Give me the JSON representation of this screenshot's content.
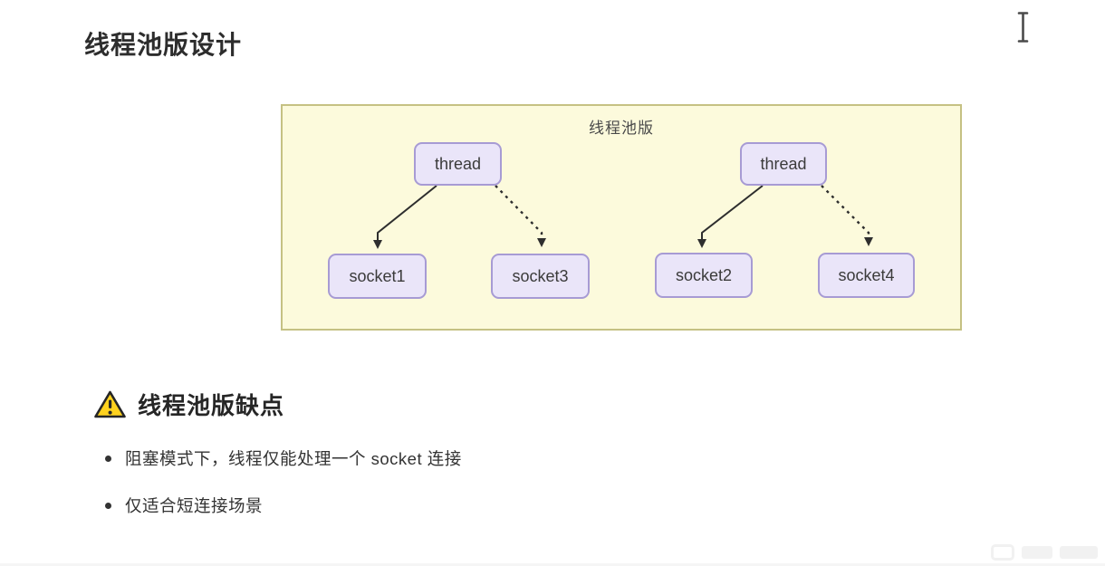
{
  "page": {
    "title": "线程池版设计"
  },
  "diagram": {
    "title": "线程池版",
    "nodes": {
      "thread_left": "thread",
      "thread_right": "thread",
      "socket1": "socket1",
      "socket2": "socket2",
      "socket3": "socket3",
      "socket4": "socket4"
    },
    "edges": [
      {
        "from": "thread_left",
        "to": "socket1",
        "style": "solid"
      },
      {
        "from": "thread_left",
        "to": "socket3",
        "style": "dashed"
      },
      {
        "from": "thread_right",
        "to": "socket2",
        "style": "solid"
      },
      {
        "from": "thread_right",
        "to": "socket4",
        "style": "dashed"
      }
    ],
    "colors": {
      "panel_bg": "#FCFADC",
      "panel_border": "#C5C183",
      "node_bg": "#EAE5F9",
      "node_border": "#A79BD4",
      "edge": "#2E2E2E"
    }
  },
  "warning": {
    "title": "线程池版缺点",
    "icon": "warning-triangle-icon",
    "icon_color": "#FFD21E"
  },
  "drawbacks": [
    "阻塞模式下，线程仅能处理一个 socket 连接",
    "仅适合短连接场景"
  ]
}
